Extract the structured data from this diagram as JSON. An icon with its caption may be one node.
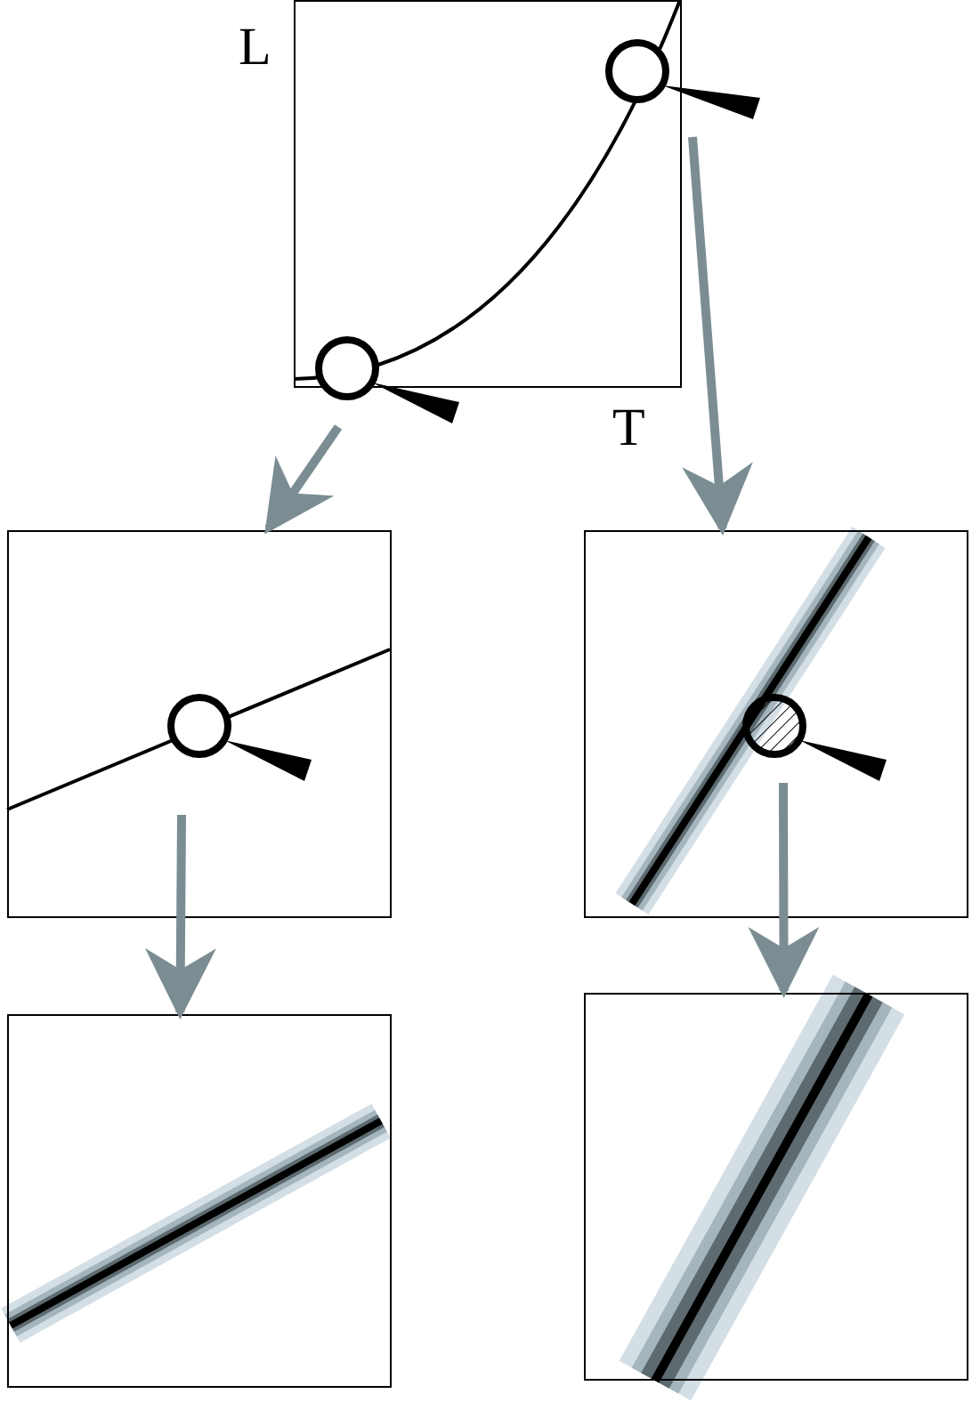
{
  "diagram": {
    "nodes": [
      {
        "text": [],
        "shape": "box"
      },
      {
        "text": [],
        "shape": "magnifier"
      },
      {
        "text": [],
        "shape": "magnifier"
      },
      {
        "text": [],
        "shape": "box"
      },
      {
        "text": [],
        "shape": "magnifier",
        "in": 3
      },
      {
        "text": [],
        "shape": "box"
      },
      {
        "text": [],
        "shape": "magnifier",
        "in": 5
      },
      {
        "text": [],
        "shape": "box"
      },
      {
        "text": [],
        "shape": "box"
      }
    ],
    "edges": [
      {
        "from": 2,
        "to": 3,
        "arrow": "to"
      },
      {
        "from": 1,
        "to": 5,
        "arrow": "to"
      },
      {
        "from": 4,
        "to": 7,
        "arrow": "to"
      },
      {
        "from": 6,
        "to": 8,
        "arrow": "to"
      }
    ],
    "labels": [
      "L",
      "T"
    ]
  }
}
